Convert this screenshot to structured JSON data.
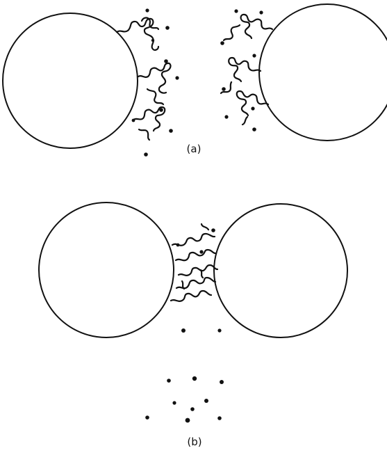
{
  "panels": [
    {
      "id": "a",
      "label": "(a)"
    },
    {
      "id": "b",
      "label": "(b)"
    }
  ],
  "colors": {
    "ink": "#111111",
    "background": "#ffffff"
  }
}
